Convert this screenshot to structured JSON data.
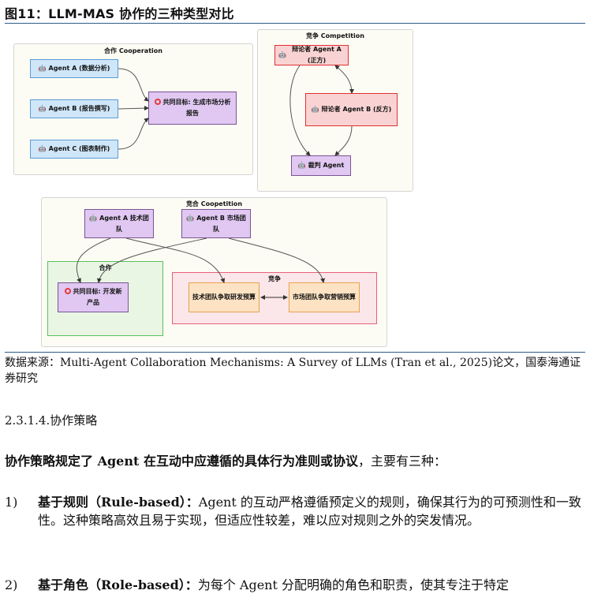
{
  "figure": {
    "title": "图11：LLM-MAS 协作的三种类型对比",
    "cooperation": {
      "title": "合作 Cooperation",
      "agents": [
        "Agent A (数据分析)",
        "Agent B (报告撰写)",
        "Agent C (图表制作)"
      ],
      "goal": "共同目标: 生成市场分析报告"
    },
    "competition": {
      "title": "竞争 Competition",
      "agent_a": "辩论者 Agent A (正方)",
      "agent_b": "辩论者 Agent B (反方)",
      "judge": "裁判 Agent"
    },
    "coopetition": {
      "title": "竞合 Coopetition",
      "agent_a": "Agent A 技术团队",
      "agent_b": "Agent B 市场团队",
      "coop_title": "合作",
      "goal": "共同目标: 开发新产品",
      "comp_title": "竞争",
      "budget_a": "技术团队争取研发预算",
      "budget_b": "市场团队争取营销预算"
    },
    "robot_icon": "robot-icon",
    "target_icon": "target-icon"
  },
  "source": "数据来源：Multi-Agent Collaboration Mechanisms: A Survey of LLMs (Tran et al., 2025)论文，国泰海通证券研究",
  "section_heading": "2.3.1.4.协作策略",
  "lead": {
    "bold": "协作策略规定了 Agent 在互动中应遵循的具体行为准则或协议",
    "rest": "，主要有三种："
  },
  "items": [
    {
      "num": "1)",
      "bold": "基于规则（Rule-based）：",
      "text": "Agent 的互动严格遵循预定义的规则，确保其行为的可预测性和一致性。这种策略高效且易于实现，但适应性较差，难以应对规则之外的突发情况。"
    },
    {
      "num": "2)",
      "bold": "基于角色（Role-based）：",
      "text": "为每个 Agent 分配明确的角色和职责，使其专注于特定"
    }
  ]
}
